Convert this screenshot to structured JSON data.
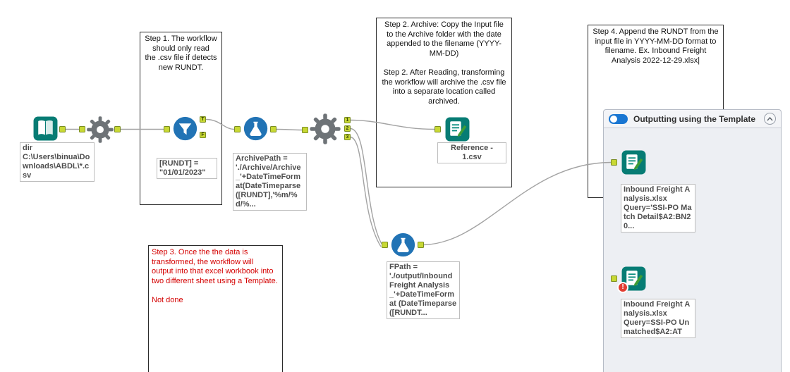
{
  "app": {
    "type": "workflow-canvas"
  },
  "comments": {
    "step1": {
      "text": "Step 1. The workflow\nshould only read\nthe .csv file if detects\nnew RUNDT."
    },
    "step2": {
      "text": "Step 2. Archive: Copy the Input file\nto the Archive folder with the date\nappended to the filename (YYYY-\nMM-DD)\n\nStep 2. After Reading, transforming\nthe workflow will archive the .csv file\ninto a separate location called\narchived."
    },
    "step3": {
      "text": "Step 3. Once the the data is\ntransformed, the workflow will\noutput into that excel workbook into\ntwo different sheet using a Template.\n\nNot done",
      "color": "#d40000"
    },
    "step4": {
      "text": "Step 4. Append the RUNDT from the\ninput file in YYYY-MM-DD format to\nfilename. Ex. Inbound Freight\nAnalysis 2022-12-29.xlsx|"
    }
  },
  "container": {
    "title": "Outputting using the Template",
    "enabled": "on"
  },
  "annotations": {
    "directory": "dir\nC:\\Users\\binua\\Downloads\\ABDL\\*.csv",
    "filter": "[RUNDT] =\n\"01/01/2023\"",
    "archive_path": "ArchivePath =\n'./Archive/Archive_'+DateTimeFormat(DateTimeparse([RUNDT],'%m/%d/%...",
    "reference_csv": "Reference - 1.csv",
    "fpath": "FPath =\n'./output/Inbound Freight Analysis_'+DateTimeFormat (DateTimeparse ([RUNDT...",
    "output_match": "Inbound Freight Analysis.xlsx\nQuery='SSI-PO Match Detail$A2:BN20...",
    "output_unmatched": "Inbound Freight Analysis.xlsx\nQuery=SSI-PO Unmatched$A2:AT"
  },
  "anchors": {
    "t": "T",
    "f": "F",
    "one": "1",
    "two": "2",
    "three": "3"
  },
  "badges": {
    "error": "!"
  },
  "colors": {
    "tool_blue": "#2173b5",
    "tool_teal": "#077c74",
    "anchor_green": "#c8d834",
    "wire_gray": "#a3a3a3",
    "error_red": "#e23d32",
    "comment_red": "#d40000",
    "toggle_blue": "#1976d2"
  }
}
